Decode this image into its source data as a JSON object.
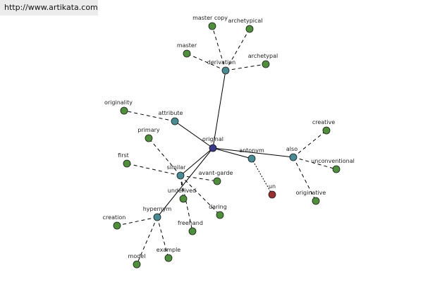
{
  "header": {
    "url_text": "http://www.artikata.com"
  },
  "colors": {
    "root": "#3a3a8c",
    "relation": "#4a8a92",
    "word": "#4f8f3c",
    "antonym_word": "#9a3030",
    "edge": "#000000"
  },
  "nodes": [
    {
      "id": "original",
      "label": "original",
      "kind": "root"
    },
    {
      "id": "derivation",
      "label": "derivation",
      "kind": "relation"
    },
    {
      "id": "attribute",
      "label": "attribute",
      "kind": "relation"
    },
    {
      "id": "similar",
      "label": "similar",
      "kind": "relation"
    },
    {
      "id": "hypernym",
      "label": "hypernym",
      "kind": "relation"
    },
    {
      "id": "antonym",
      "label": "antonym",
      "kind": "relation"
    },
    {
      "id": "also",
      "label": "also",
      "kind": "relation"
    },
    {
      "id": "master-copy",
      "label": "master copy",
      "kind": "word"
    },
    {
      "id": "archetypical",
      "label": "archetypical",
      "kind": "word"
    },
    {
      "id": "master",
      "label": "master",
      "kind": "word"
    },
    {
      "id": "archetypal",
      "label": "archetypal",
      "kind": "word"
    },
    {
      "id": "originality",
      "label": "originality",
      "kind": "word"
    },
    {
      "id": "primary",
      "label": "primary",
      "kind": "word"
    },
    {
      "id": "first",
      "label": "first",
      "kind": "word"
    },
    {
      "id": "avant-garde",
      "label": "avant-garde",
      "kind": "word"
    },
    {
      "id": "underived",
      "label": "underived",
      "kind": "word"
    },
    {
      "id": "daring",
      "label": "daring",
      "kind": "word"
    },
    {
      "id": "freehand",
      "label": "freehand",
      "kind": "word"
    },
    {
      "id": "creation",
      "label": "creation",
      "kind": "word"
    },
    {
      "id": "example",
      "label": "example",
      "kind": "word"
    },
    {
      "id": "model",
      "label": "model",
      "kind": "word"
    },
    {
      "id": "un",
      "label": "un",
      "kind": "antonym_word"
    },
    {
      "id": "creative",
      "label": "creative",
      "kind": "word"
    },
    {
      "id": "unconventional",
      "label": "unconventional",
      "kind": "word"
    },
    {
      "id": "originative",
      "label": "originative",
      "kind": "word"
    }
  ],
  "edges": [
    {
      "from": "original",
      "to": "derivation",
      "style": "solid"
    },
    {
      "from": "original",
      "to": "attribute",
      "style": "solid"
    },
    {
      "from": "original",
      "to": "similar",
      "style": "solid"
    },
    {
      "from": "original",
      "to": "hypernym",
      "style": "solid"
    },
    {
      "from": "original",
      "to": "antonym",
      "style": "solid"
    },
    {
      "from": "original",
      "to": "also",
      "style": "solid"
    },
    {
      "from": "derivation",
      "to": "master-copy",
      "style": "dashed"
    },
    {
      "from": "derivation",
      "to": "archetypical",
      "style": "dashed"
    },
    {
      "from": "derivation",
      "to": "master",
      "style": "dashed"
    },
    {
      "from": "derivation",
      "to": "archetypal",
      "style": "dashed"
    },
    {
      "from": "attribute",
      "to": "originality",
      "style": "dashed"
    },
    {
      "from": "similar",
      "to": "primary",
      "style": "dashed"
    },
    {
      "from": "similar",
      "to": "first",
      "style": "dashed"
    },
    {
      "from": "similar",
      "to": "avant-garde",
      "style": "dashed"
    },
    {
      "from": "similar",
      "to": "underived",
      "style": "dashed"
    },
    {
      "from": "similar",
      "to": "daring",
      "style": "dashed"
    },
    {
      "from": "similar",
      "to": "freehand",
      "style": "dashed"
    },
    {
      "from": "hypernym",
      "to": "creation",
      "style": "dashed"
    },
    {
      "from": "hypernym",
      "to": "example",
      "style": "dashed"
    },
    {
      "from": "hypernym",
      "to": "model",
      "style": "dashed"
    },
    {
      "from": "antonym",
      "to": "un",
      "style": "dotted"
    },
    {
      "from": "also",
      "to": "creative",
      "style": "dashed"
    },
    {
      "from": "also",
      "to": "unconventional",
      "style": "dashed"
    },
    {
      "from": "also",
      "to": "originative",
      "style": "dashed"
    }
  ]
}
